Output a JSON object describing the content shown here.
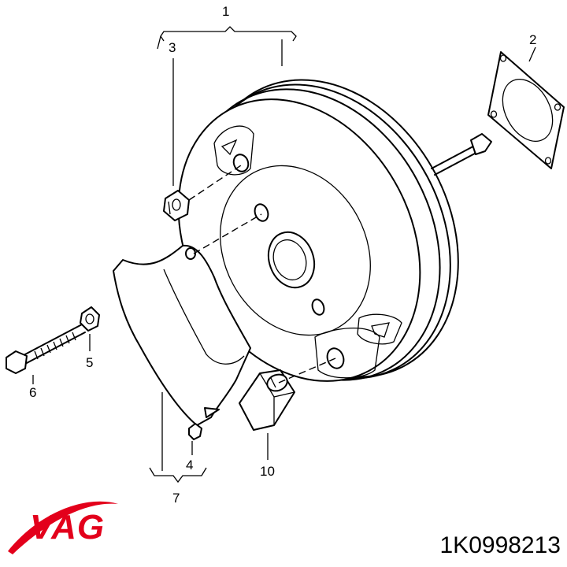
{
  "callouts": {
    "c1": "1",
    "c2": "2",
    "c3": "3",
    "c4": "4",
    "c5": "5",
    "c6": "6",
    "c7": "7",
    "c10": "10"
  },
  "brand": {
    "logo_text": "VAG",
    "logo_color": "#e3001b"
  },
  "part_number": "1K0998213"
}
